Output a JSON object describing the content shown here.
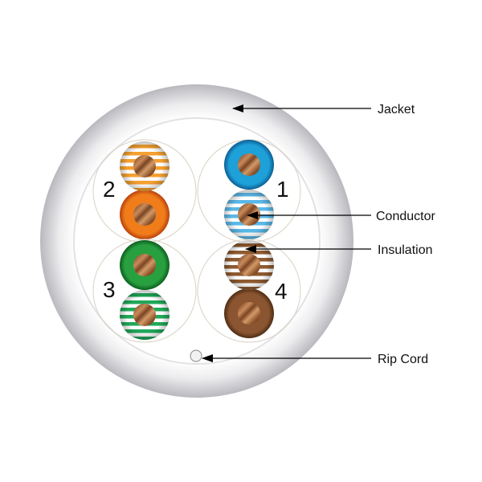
{
  "title": "Cable cross-section",
  "labels": {
    "jacket": "Jacket",
    "conductor": "Conductor",
    "insulation": "Insulation",
    "rip_cord": "Rip Cord"
  },
  "pairs": [
    {
      "number": "2",
      "color": "#f07d1a",
      "dark": "#b8400c",
      "stripe": "#f5a030"
    },
    {
      "number": "1",
      "color": "#1ea0d8",
      "dark": "#0c5e92",
      "stripe": "#5ab8e8"
    },
    {
      "number": "3",
      "color": "#28a040",
      "dark": "#0d5e1e",
      "stripe": "#20a858"
    },
    {
      "number": "4",
      "color": "#8a5530",
      "dark": "#4e2c14",
      "stripe": "#8e5a30"
    }
  ],
  "colors": {
    "jacket": "#e6e6e8",
    "jacket_edge": "#bdbdc2",
    "copper": "#b06a3a",
    "pair_outline": "#d9d2c4"
  }
}
